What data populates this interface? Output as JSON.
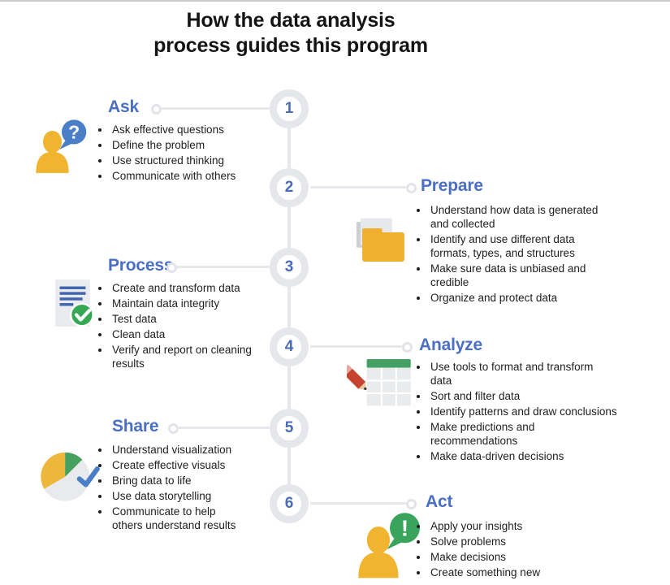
{
  "title": {
    "line1": "How the data analysis",
    "line2": "process guides this program"
  },
  "steps": [
    {
      "num": "1",
      "label": "Ask",
      "icon": "person-question-icon",
      "icon_glyph": "?",
      "bullets": [
        "Ask effective questions",
        "Define the problem",
        "Use structured thinking",
        "Communicate with others"
      ]
    },
    {
      "num": "2",
      "label": "Prepare",
      "icon": "folder-stack-icon",
      "bullets": [
        "Understand how data is generated and collected",
        "Identify and use different data formats, types, and structures",
        "Make sure data is unbiased and credible",
        "Organize and protect data"
      ]
    },
    {
      "num": "3",
      "label": "Process",
      "icon": "document-check-icon",
      "bullets": [
        "Create and transform data",
        "Maintain data integrity",
        "Test data",
        "Clean data",
        "Verify and report on cleaning results"
      ]
    },
    {
      "num": "4",
      "label": "Analyze",
      "icon": "spreadsheet-pencil-icon",
      "bullets": [
        "Use tools to format and transform data",
        "Sort and filter data",
        "Identify patterns and draw conclusions",
        "Make predictions and recommendations",
        "Make data-driven decisions"
      ]
    },
    {
      "num": "5",
      "label": "Share",
      "icon": "pie-chart-check-icon",
      "bullets": [
        "Understand visualization",
        "Create effective visuals",
        "Bring data to life",
        "Use data storytelling",
        "Communicate to help others understand results"
      ]
    },
    {
      "num": "6",
      "label": "Act",
      "icon": "person-exclamation-icon",
      "icon_glyph": "!",
      "bullets": [
        "Apply your insights",
        "Solve problems",
        "Make decisions",
        "Create something new"
      ]
    }
  ],
  "colors": {
    "heading_blue": "#4a6fc4",
    "number_blue": "#4a6bb8",
    "timeline_gray": "#e5e7ea",
    "person_yellow": "#f0b42f",
    "bubble_blue": "#4a7ec7",
    "bubble_green": "#3ba45c",
    "check_green": "#34a853",
    "doc_line_blue": "#3f63ae",
    "pencil_red": "#c5432f",
    "table_green": "#45a163",
    "folder_yellow": "#f0af2e",
    "pie_yellow": "#edb73c",
    "pie_green": "#46a05e",
    "check_blue": "#4a7ec7"
  }
}
